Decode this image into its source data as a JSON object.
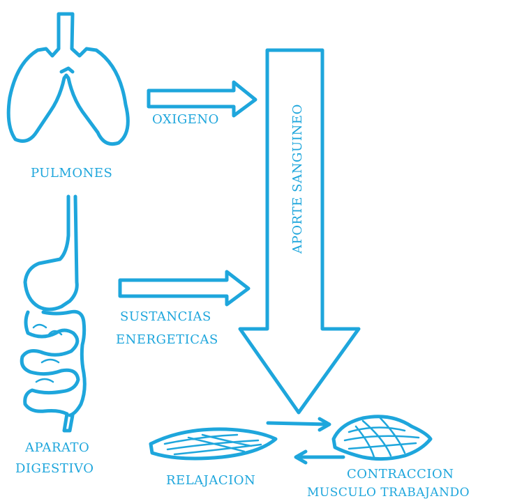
{
  "labels": {
    "lungs": "PULMONES",
    "oxygen": "OXIGENO",
    "blood_supply": "APORTE SANGUINEO",
    "digestive_line1": "APARATO",
    "digestive_line2": "DIGESTIVO",
    "energy_line1": "SUSTANCIAS",
    "energy_line2": "ENERGETICAS",
    "relaxation": "RELAJACION",
    "contraction_line1": "CONTRACCION",
    "contraction_line2": "MUSCULO TRABAJANDO"
  },
  "colors": {
    "ink": "#1ea6dc",
    "background": "#ffffff"
  }
}
